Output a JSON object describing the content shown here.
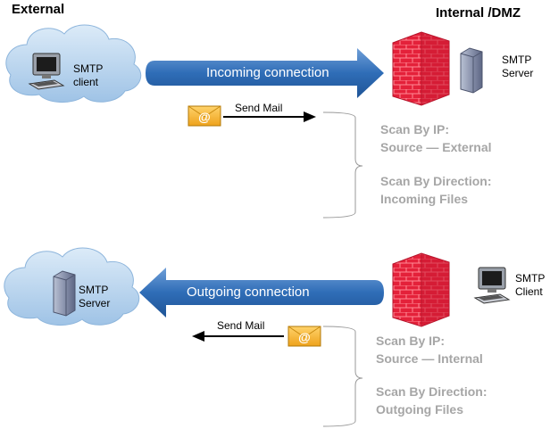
{
  "headings": {
    "left": "External",
    "right": "Internal /DMZ"
  },
  "top_scenario": {
    "client_label_line1": "SMTP",
    "client_label_line2": "client",
    "connection_label": "Incoming connection",
    "send_mail_label": "Send Mail",
    "server_label_line1": "SMTP",
    "server_label_line2": "Server",
    "scan_ip_line1": "Scan By IP:",
    "scan_ip_line2": "Source — External",
    "scan_dir_line1": "Scan By Direction:",
    "scan_dir_line2": "Incoming Files"
  },
  "bottom_scenario": {
    "server_label_line1": "SMTP",
    "server_label_line2": "Server",
    "connection_label": "Outgoing connection",
    "send_mail_label": "Send Mail",
    "client_label_line1": "SMTP",
    "client_label_line2": "Client",
    "scan_ip_line1": "Scan By IP:",
    "scan_ip_line2": "Source — Internal",
    "scan_dir_line1": "Scan By Direction:",
    "scan_dir_line2": "Outgoing Files"
  },
  "colors": {
    "arrow_blue": "#2f6db7",
    "firewall_red": "#e4213a",
    "cloud_blue": "#b8d4ee",
    "scan_text_gray": "#a6a6a6",
    "envelope_yellow": "#f3b428"
  },
  "icons": [
    "cloud-icon",
    "computer-icon",
    "server-icon",
    "firewall-icon",
    "envelope-icon"
  ]
}
